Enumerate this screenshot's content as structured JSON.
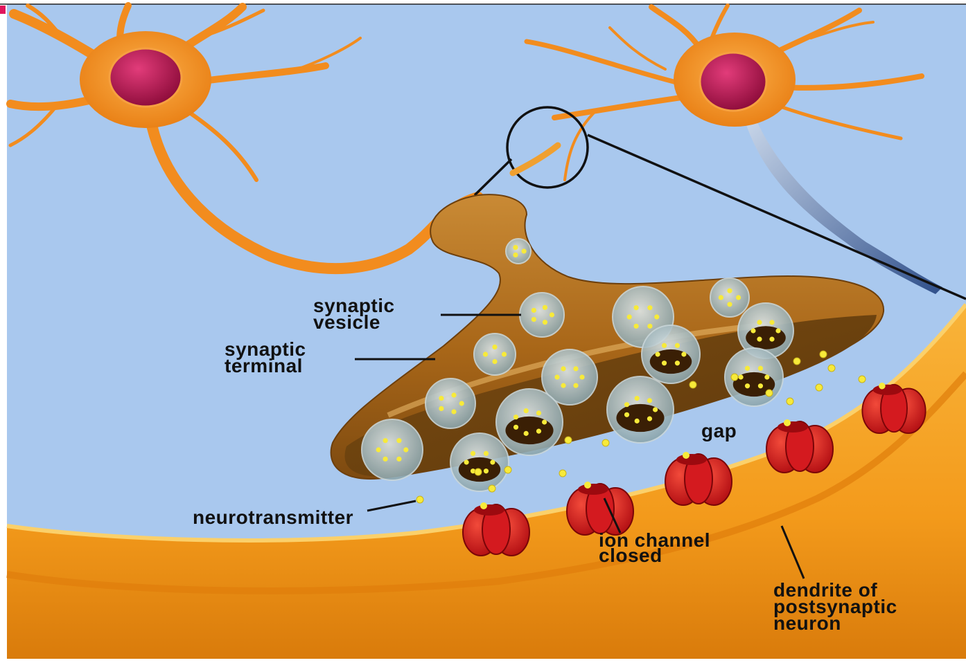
{
  "colors": {
    "background": "#a9c8ee",
    "neuron_body": "#f28c1e",
    "nucleus": "#b8114f",
    "terminal": "#b06f22",
    "channel": "#d4121b",
    "neurotransmitter": "#f7ea3a",
    "dendrite": "#f6a523",
    "corner_marker": "#e0165c"
  },
  "labels": {
    "synaptic_vesicle": [
      "synaptic",
      "vesicle"
    ],
    "synaptic_terminal": [
      "synaptic",
      "terminal"
    ],
    "gap": "gap",
    "neurotransmitter": "neurotransmitter",
    "ion_channel_closed": [
      "ion channel",
      "closed"
    ],
    "dendrite": [
      "dendrite of",
      "postsynaptic",
      "neuron"
    ]
  }
}
